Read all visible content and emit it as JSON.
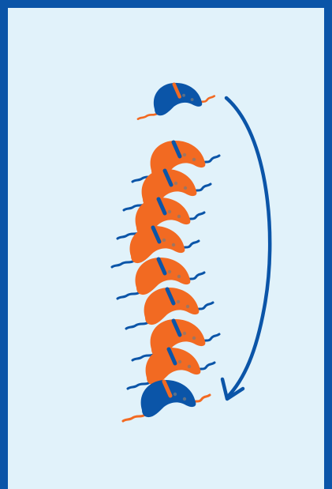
{
  "colors": {
    "background": "#e1f2fa",
    "frame": "#0b55a8",
    "orange": "#f26a22",
    "blue": "#0b55a8",
    "bolt": "#7a7a7a"
  },
  "illustration": {
    "description_icons": [
      "climbing-hold-icon",
      "curved-arrow-icon"
    ],
    "holds": [
      {
        "color": "blue",
        "role": "top"
      },
      {
        "color": "orange",
        "role": "stacked"
      },
      {
        "color": "orange",
        "role": "stacked"
      },
      {
        "color": "orange",
        "role": "stacked"
      },
      {
        "color": "orange",
        "role": "stacked"
      },
      {
        "color": "orange",
        "role": "stacked"
      },
      {
        "color": "orange",
        "role": "stacked"
      },
      {
        "color": "orange",
        "role": "stacked"
      },
      {
        "color": "orange",
        "role": "stacked"
      },
      {
        "color": "blue",
        "role": "bottom"
      }
    ]
  }
}
